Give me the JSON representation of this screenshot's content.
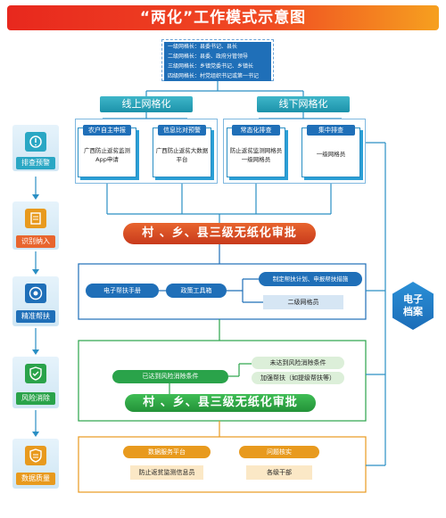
{
  "title": "“两化”工作模式示意图",
  "levels": [
    "一级网格长：县委书记、县长",
    "二级网格长：县委、政府分管领导",
    "三级网格长：乡镇党委书记、乡镇长",
    "四级网格长：村党组织书记或第一书记"
  ],
  "online_header": "线上网格化",
  "offline_header": "线下网格化",
  "cards": [
    {
      "head": "农户自主申报",
      "body": "广西防止返贫监测App申请"
    },
    {
      "head": "信息比对预警",
      "body": "广西防止返贫大数据平台"
    },
    {
      "head": "常态化排查",
      "body": "防止返贫监测网格员一级网格员"
    },
    {
      "head": "集中排查",
      "body": "一级网格员"
    }
  ],
  "left_steps": [
    "排查预警",
    "识别纳入",
    "精准帮扶",
    "风险消除",
    "数据质量"
  ],
  "approval_1": "村 、乡、县三级无纸化审批",
  "approval_2": "村 、乡、县三级无纸化审批",
  "assist": {
    "manual": "电子帮扶手册",
    "toolbox": "政策工具箱",
    "plan": "制定帮扶计划、申报帮扶措施",
    "grid2": "二级网格员"
  },
  "risk": {
    "reached": "已达到风险消除条件",
    "not_reached": "未达到风险消除条件",
    "strengthen": "加强帮扶（如提级帮扶等）"
  },
  "data_quality": {
    "platform": "数据服务平台",
    "platform_sub": "防止返贫监测信息员",
    "verify": "问题核实",
    "verify_sub": "各级干部"
  },
  "archive": "电子档案",
  "colors": {
    "title_red": "#e8281e",
    "blue": "#1f6fb8",
    "teal": "#1c92aa",
    "approval_red": "#d84a22",
    "green": "#2aa34a",
    "orange": "#e89a1e"
  }
}
